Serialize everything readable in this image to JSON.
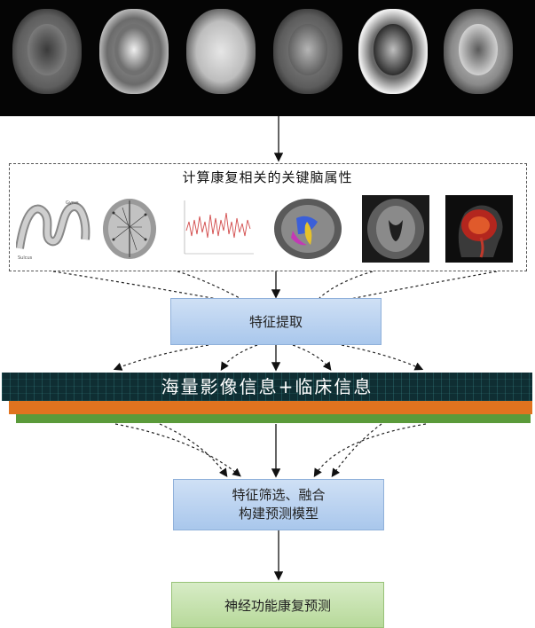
{
  "attributes_title": "计算康复相关的关键脑属性",
  "diagram_labels": {
    "cortex_small_top": "Gyrus",
    "cortex_small_bottom": "Sulcus"
  },
  "banner_text": "海量影像信息+临床信息",
  "boxes": {
    "feature_extraction": "特征提取",
    "feature_selection_line1": "特征筛选、融合",
    "feature_selection_line2": "构建预测模型",
    "prediction": "神经功能康复预测"
  },
  "colors": {
    "blue_box": "#a9c7ec",
    "green_box": "#b7d99a",
    "banner_dark": "#0f2e33",
    "banner_orange": "#e0731f",
    "banner_green": "#5a9a3a"
  }
}
